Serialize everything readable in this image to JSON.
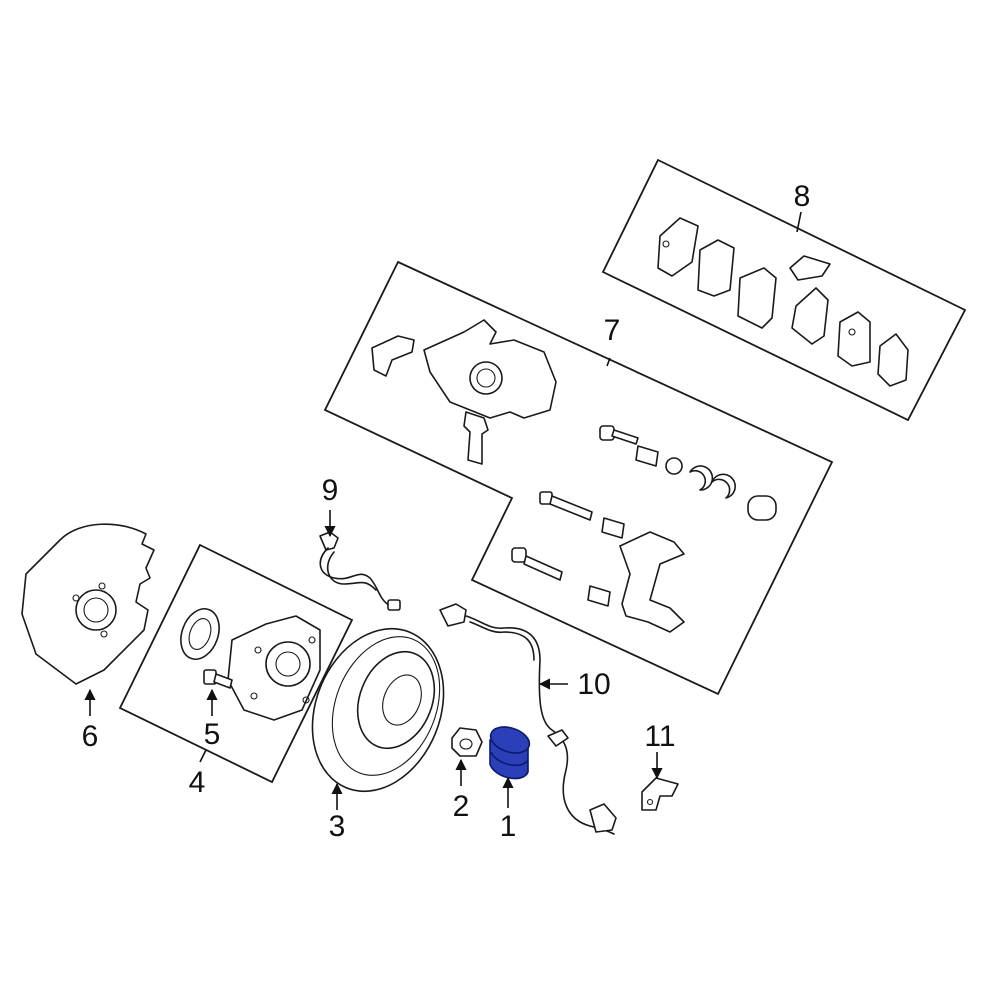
{
  "highlight_color": "#2b3fb8",
  "callouts": {
    "c1": "1",
    "c2": "2",
    "c3": "3",
    "c4": "4",
    "c5": "5",
    "c6": "6",
    "c7": "7",
    "c8": "8",
    "c9": "9",
    "c10": "10",
    "c11": "11"
  }
}
